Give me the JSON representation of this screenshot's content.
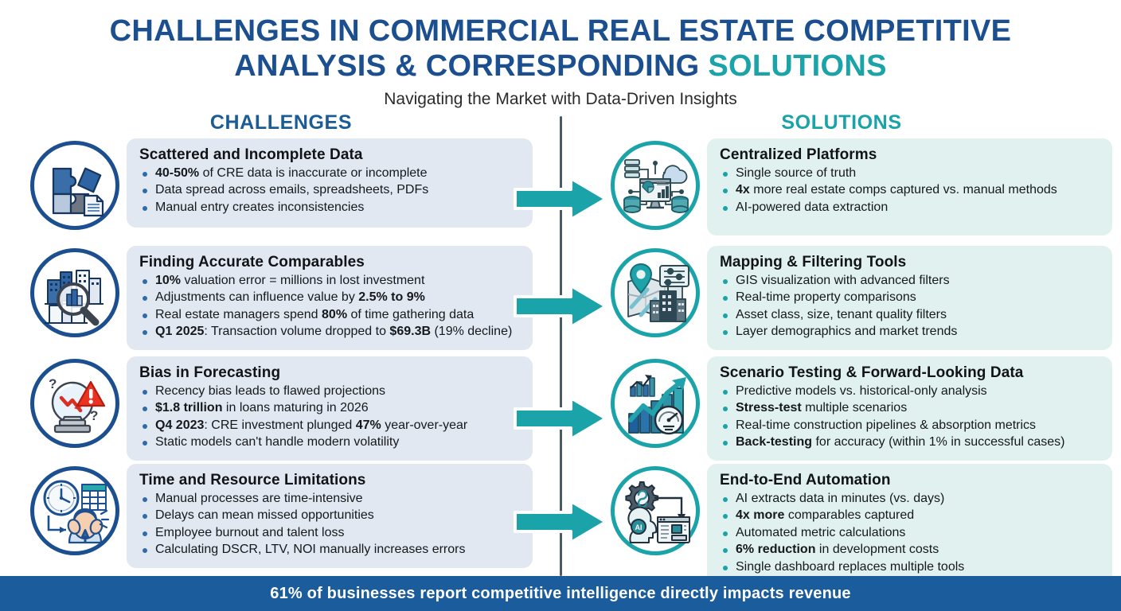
{
  "header": {
    "title_line1": "CHALLENGES IN COMMERCIAL REAL ESTATE COMPETITIVE",
    "title_line2_main": "ANALYSIS & CORRESPONDING ",
    "title_line2_accent": "SOLUTIONS",
    "subtitle": "Navigating the Market with Data-Driven Insights"
  },
  "columns": {
    "left_header": "CHALLENGES",
    "right_header": "SOLUTIONS"
  },
  "colors": {
    "title_blue": "#1b4f8f",
    "accent_teal": "#1aa3a8",
    "challenge_panel": "#e2e8f1",
    "solution_panel": "#e0f1ef",
    "challenge_circle": "#1b4f8f",
    "solution_circle": "#1aa3a8",
    "arrow": "#1aa3a8",
    "footer_bg": "#1b5c9c",
    "divider": "#4a5a68"
  },
  "challenges": [
    {
      "icon": "puzzle-pieces-document-icon",
      "title": "Scattered and Incomplete Data",
      "bullets": [
        {
          "bold": "40-50%",
          "rest": " of CRE data is inaccurate or incomplete"
        },
        {
          "bold": "",
          "rest": "Data spread across emails, spreadsheets, PDFs"
        },
        {
          "bold": "",
          "rest": "Manual entry creates inconsistencies"
        }
      ]
    },
    {
      "icon": "buildings-magnifier-icon",
      "title": "Finding Accurate Comparables",
      "bullets": [
        {
          "bold": "10%",
          "rest": " valuation error = millions in lost investment"
        },
        {
          "bold": "",
          "rest": "Adjustments can influence value by ",
          "bold2": "2.5% to 9%",
          "rest2": ""
        },
        {
          "bold": "",
          "rest": "Real estate managers spend ",
          "bold2": "80%",
          "rest2": " of time gathering data"
        },
        {
          "bold": "Q1 2025",
          "rest": ": Transaction volume dropped to ",
          "bold2": "$69.3B",
          "rest2": " (19% decline)"
        }
      ]
    },
    {
      "icon": "crystal-ball-warning-icon",
      "title": "Bias in Forecasting",
      "bullets": [
        {
          "bold": "",
          "rest": "Recency bias leads to flawed projections"
        },
        {
          "bold": "$1.8 trillion",
          "rest": " in loans maturing in 2026"
        },
        {
          "bold": "Q4 2023",
          "rest": ": CRE investment plunged ",
          "bold2": "47%",
          "rest2": " year-over-year"
        },
        {
          "bold": "",
          "rest": "Static models can't handle modern volatility"
        }
      ]
    },
    {
      "icon": "clock-stressed-worker-icon",
      "title": "Time and Resource Limitations",
      "bullets": [
        {
          "bold": "",
          "rest": "Manual processes are time-intensive"
        },
        {
          "bold": "",
          "rest": "Delays can mean missed opportunities"
        },
        {
          "bold": "",
          "rest": "Employee burnout and talent loss"
        },
        {
          "bold": "",
          "rest": "Calculating DSCR, LTV, NOI manually increases errors"
        }
      ]
    }
  ],
  "solutions": [
    {
      "icon": "centralized-database-dashboard-icon",
      "title": "Centralized Platforms",
      "bullets": [
        {
          "bold": "",
          "rest": "Single source of truth"
        },
        {
          "bold": "4x",
          "rest": " more real estate comps captured vs. manual methods"
        },
        {
          "bold": "",
          "rest": "AI-powered data extraction"
        }
      ]
    },
    {
      "icon": "map-pin-filters-icon",
      "title": "Mapping & Filtering Tools",
      "bullets": [
        {
          "bold": "",
          "rest": "GIS visualization with advanced filters"
        },
        {
          "bold": "",
          "rest": "Real-time property comparisons"
        },
        {
          "bold": "",
          "rest": "Asset class, size, tenant quality filters"
        },
        {
          "bold": "",
          "rest": "Layer demographics and market trends"
        }
      ]
    },
    {
      "icon": "growth-chart-gauge-icon",
      "title": "Scenario Testing & Forward-Looking Data",
      "bullets": [
        {
          "bold": "",
          "rest": "Predictive models vs. historical-only analysis"
        },
        {
          "bold": "Stress-test",
          "rest": " multiple scenarios"
        },
        {
          "bold": "",
          "rest": "Real-time construction pipelines & absorption metrics"
        },
        {
          "bold": "Back-testing",
          "rest": " for accuracy (within 1% in successful cases)"
        }
      ]
    },
    {
      "icon": "gear-ai-dashboard-icon",
      "title": "End-to-End Automation",
      "bullets": [
        {
          "bold": "",
          "rest": "AI extracts data in minutes (vs. days)"
        },
        {
          "bold": "4x more",
          "rest": " comparables captured"
        },
        {
          "bold": "",
          "rest": "Automated metric calculations"
        },
        {
          "bold": "6% reduction",
          "rest": " in development costs"
        },
        {
          "bold": "",
          "rest": "Single dashboard replaces multiple tools"
        }
      ]
    }
  ],
  "arrows": {
    "count": 4,
    "label": "right-arrow-icon"
  },
  "footer": {
    "text": "61% of businesses report competitive intelligence directly impacts revenue"
  }
}
